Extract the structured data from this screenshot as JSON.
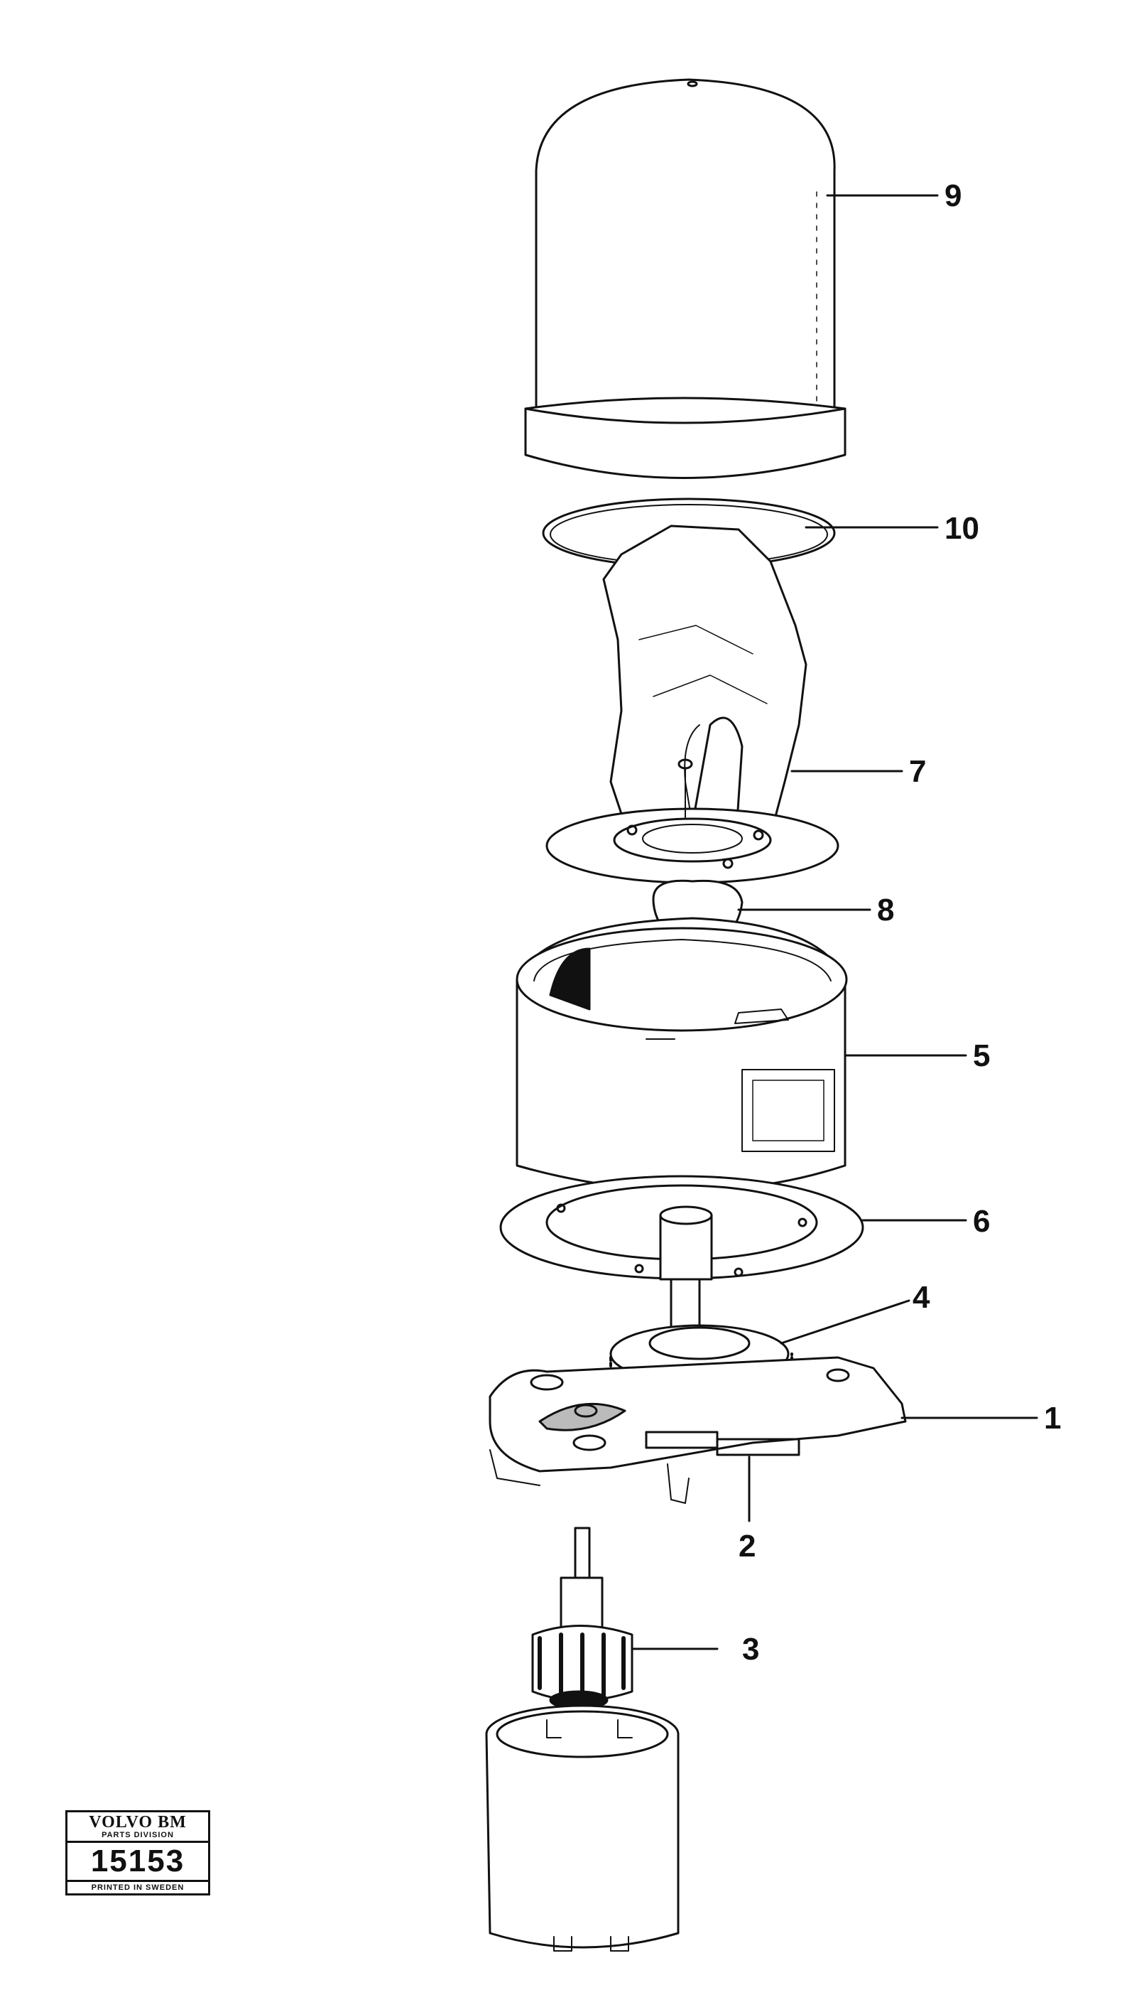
{
  "callouts": [
    {
      "id": "9",
      "text": "9"
    },
    {
      "id": "10",
      "text": "10"
    },
    {
      "id": "7",
      "text": "7"
    },
    {
      "id": "8",
      "text": "8"
    },
    {
      "id": "5",
      "text": "5"
    },
    {
      "id": "6",
      "text": "6"
    },
    {
      "id": "4",
      "text": "4"
    },
    {
      "id": "1",
      "text": "1"
    },
    {
      "id": "2",
      "text": "2"
    },
    {
      "id": "3",
      "text": "3"
    }
  ],
  "stamp": {
    "brand": "VOLVO BM",
    "division": "PARTS DIVISION",
    "number": "15153",
    "printed": "PRINTED IN SWEDEN"
  }
}
